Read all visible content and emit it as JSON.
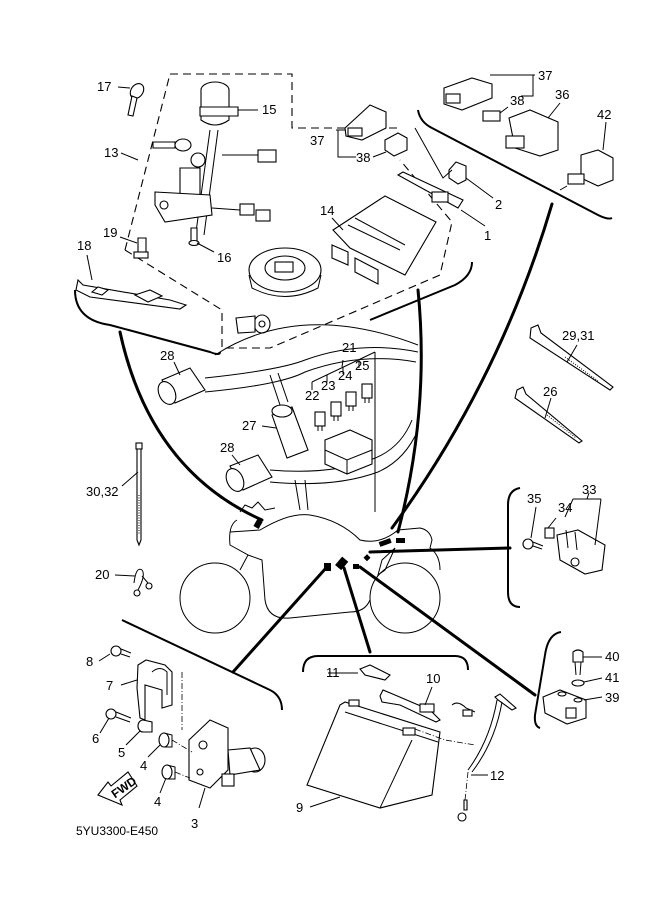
{
  "diagram": {
    "title": "Electrical parts exploded diagram",
    "drawing_code": "5YU3300-E450",
    "fwd_arrow_label": "FWD",
    "groups": {
      "ignition_ecu": {
        "labels": {
          "p13": "13",
          "p14": "14",
          "p15": "15",
          "p16": "16",
          "p17": "17",
          "p18": "18",
          "p19": "19"
        }
      },
      "connectors_top_left": {
        "labels": {
          "p37": "37",
          "p38": "38",
          "p1": "1",
          "p2": "2"
        }
      },
      "connectors_top_right": {
        "labels": {
          "p37": "37",
          "p38": "38",
          "p36": "36",
          "p42": "42"
        }
      },
      "wiring_harness": {
        "labels": {
          "p21": "21",
          "p22": "22",
          "p23": "23",
          "p24": "24",
          "p25": "25",
          "p27": "27",
          "p28a": "28",
          "p28b": "28"
        }
      },
      "cable_ties": {
        "labels": {
          "p29_31": "29,31",
          "p26": "26",
          "p30_32": "30,32",
          "p20": "20"
        }
      },
      "sensor_right": {
        "labels": {
          "p33": "33",
          "p34": "34",
          "p35": "35"
        }
      },
      "starter_relay": {
        "labels": {
          "p3": "3",
          "p4a": "4",
          "p4b": "4",
          "p5": "5",
          "p6": "6",
          "p7": "7",
          "p8": "8"
        }
      },
      "battery": {
        "labels": {
          "p9": "9",
          "p10": "10",
          "p11": "11",
          "p12": "12"
        }
      },
      "bracket_right": {
        "labels": {
          "p39": "39",
          "p40": "40",
          "p41": "41"
        }
      }
    }
  }
}
